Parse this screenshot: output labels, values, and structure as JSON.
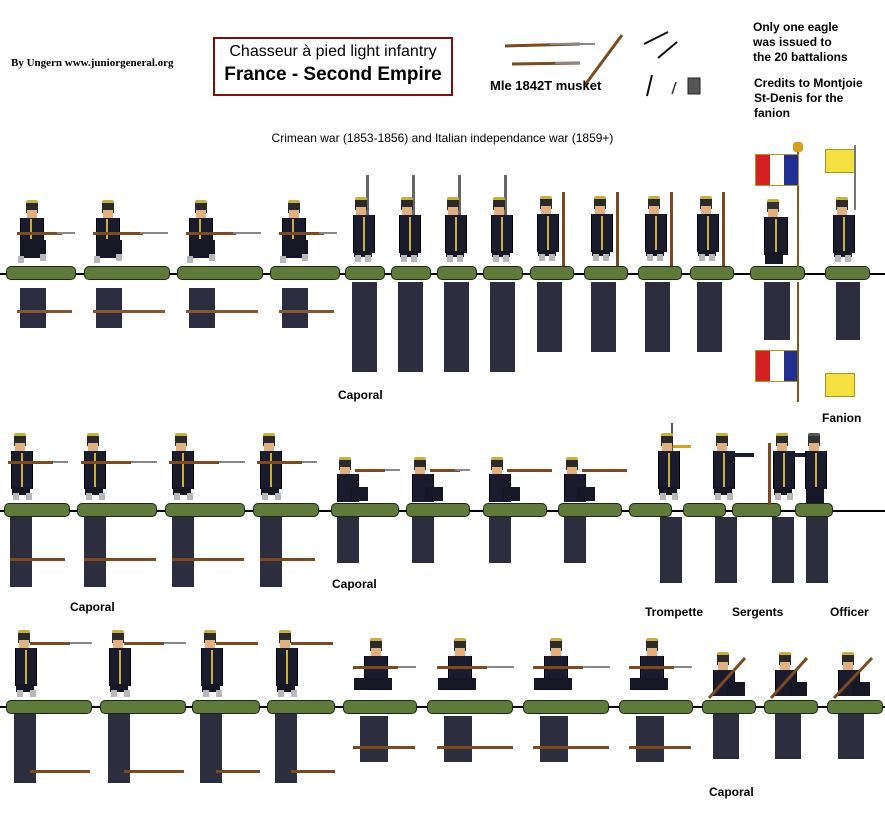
{
  "header": {
    "credit": "By Ungern www.juniorgeneral.org",
    "title_line1": "Chasseur à pied light infantry",
    "title_line2": "France - Second Empire",
    "musket_label": "Mle 1842T musket",
    "eagle_note": [
      "Only one eagle",
      "was issued to",
      "the 20 battalions"
    ],
    "credits_note": [
      "Credits to Montjoie",
      "St-Denis for the",
      "fanion"
    ],
    "subtitle": "Crimean war (1853-1856) and Italian independance war (1859+)"
  },
  "labels": {
    "caporal_row1": "Caporal",
    "fanion": "Fanion",
    "caporal_row2_left": "Caporal",
    "caporal_row2_mid": "Caporal",
    "trompette": "Trompette",
    "sergents": "Sergents",
    "officer": "Officer",
    "caporal_row3": "Caporal"
  },
  "colors": {
    "coat": "#1a1c2e",
    "trim": "#c8b040",
    "base": "#5f7a3a",
    "title_border": "#7a1010",
    "fanion": "#f4e040",
    "flag_red": "#d42020",
    "flag_white": "#ffffff",
    "flag_blue": "#203090"
  },
  "rows": [
    {
      "name": "row-1",
      "poses": [
        "advancing",
        "advancing",
        "advancing",
        "advancing",
        "shoulder-arms",
        "shoulder-arms",
        "shoulder-arms",
        "shoulder-arms",
        "order-arms",
        "order-arms",
        "order-arms",
        "order-arms",
        "eagle-bearer",
        "fanion-bearer"
      ]
    },
    {
      "name": "row-2",
      "poses": [
        "standing-ready",
        "standing-ready",
        "standing-ready",
        "standing-ready",
        "kneeling-aim",
        "kneeling-aim",
        "kneeling-aim",
        "kneeling-aim",
        "trumpeter",
        "sergent",
        "sergent",
        "officer"
      ]
    },
    {
      "name": "row-3",
      "poses": [
        "standing-aim",
        "standing-aim",
        "standing-aim",
        "standing-aim",
        "charging",
        "charging",
        "charging",
        "charging",
        "kneeling-load",
        "kneeling-load",
        "kneeling-load"
      ]
    }
  ]
}
